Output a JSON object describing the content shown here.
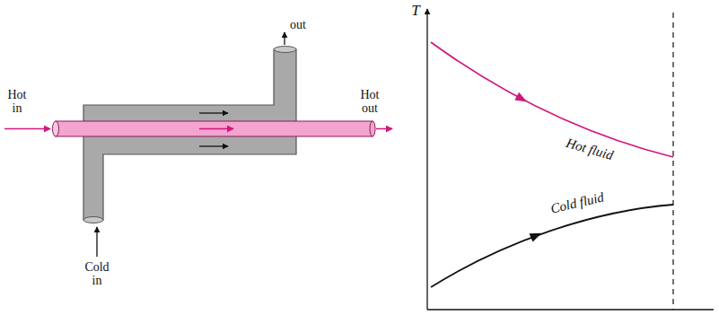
{
  "diagram": {
    "labels": [
      "Hot in",
      "out",
      "Hot out",
      "Cold in",
      "T",
      "Hot fluid",
      "Cold fluid"
    ]
  }
}
